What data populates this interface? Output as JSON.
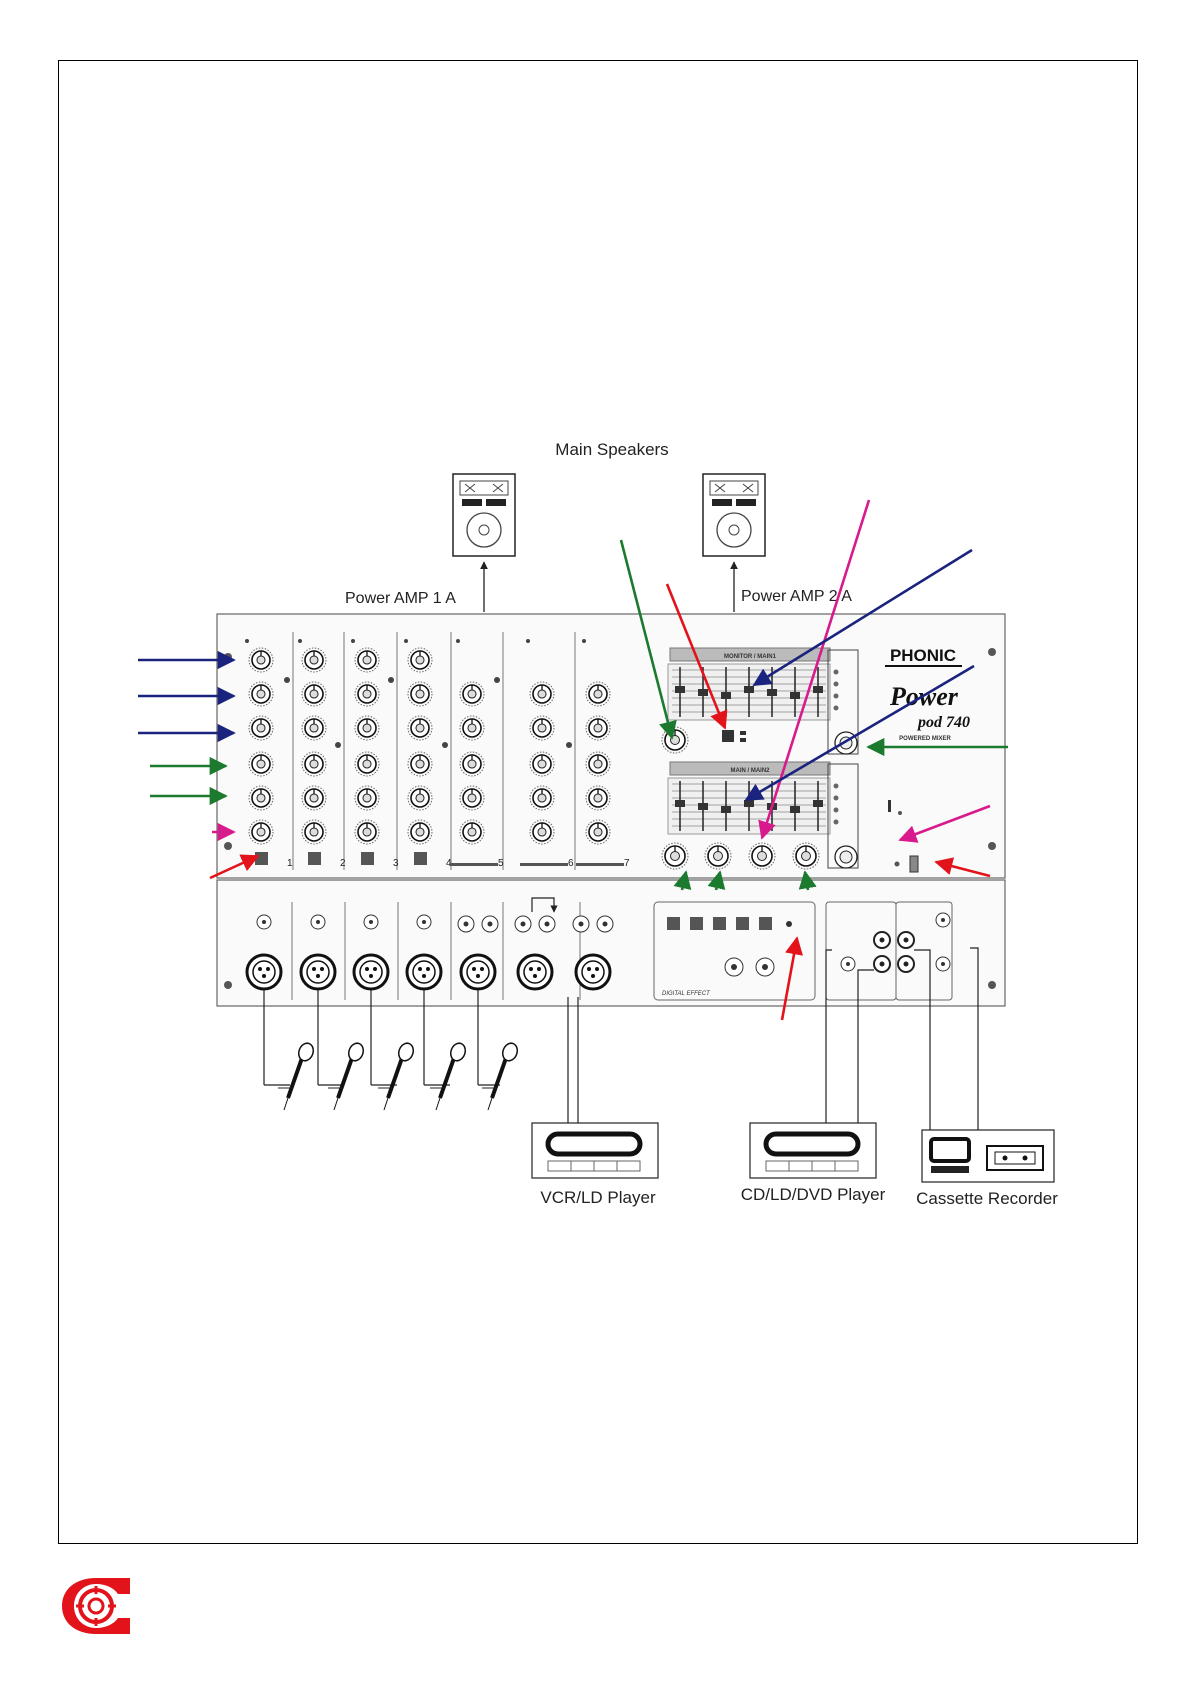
{
  "labels": {
    "main_speakers": "Main Speakers",
    "power_amp_1": "Power AMP 1 A",
    "power_amp_2": "Power AMP 2 A",
    "brand": "PHONIC",
    "product_line1": "Power",
    "product_line2": "pod 740",
    "product_sub": "POWERED MIXER",
    "eq_monitor": "MONITOR / MAIN1",
    "eq_main": "MAIN / MAIN2",
    "digital_effect": "DIGITAL EFFECT",
    "vcr_player": "VCR/LD Player",
    "cd_player": "CD/LD/DVD Player",
    "cassette": "Cassette Recorder"
  },
  "channels": [
    "1",
    "2",
    "3",
    "4",
    "5",
    "6",
    "7"
  ],
  "colors": {
    "blue_arrow": "#1a237e",
    "green_arrow": "#1b7a2e",
    "magenta_arrow": "#d81b8c",
    "red_arrow": "#e3131b",
    "logo_red": "#e3131b"
  },
  "icons": {
    "logo": "circle-target-logo",
    "microphone": "microphone-icon",
    "speaker": "speaker-cabinet-icon"
  }
}
